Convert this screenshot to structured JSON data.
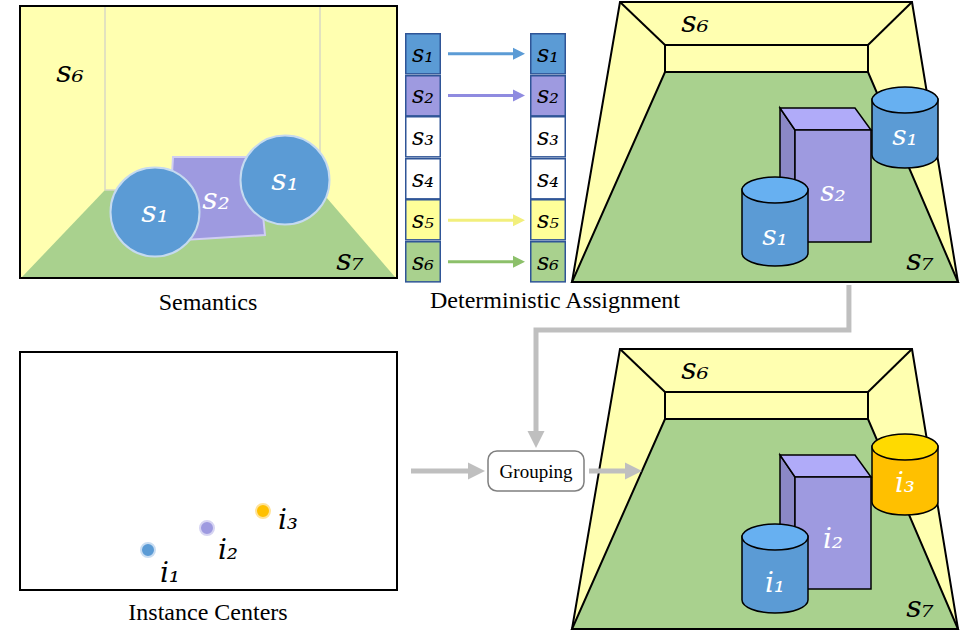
{
  "diagram": {
    "nodes": [
      {
        "text": [
          "s₆",
          "s₇",
          "Semantics"
        ]
      },
      {
        "text": [
          "s₁"
        ],
        "in": 0
      },
      {
        "text": [
          "s₂"
        ],
        "in": 0
      },
      {
        "text": [
          "s₁"
        ],
        "in": 0
      },
      {
        "text": [
          "s₁"
        ]
      },
      {
        "text": [
          "s₂"
        ]
      },
      {
        "text": [
          "s₃"
        ]
      },
      {
        "text": [
          "s₄"
        ]
      },
      {
        "text": [
          "s₅"
        ]
      },
      {
        "text": [
          "s₆"
        ]
      },
      {
        "text": [
          "s₁"
        ]
      },
      {
        "text": [
          "s₂"
        ]
      },
      {
        "text": [
          "s₃"
        ]
      },
      {
        "text": [
          "s₄"
        ]
      },
      {
        "text": [
          "s₅"
        ]
      },
      {
        "text": [
          "s₆"
        ]
      },
      {
        "text": [
          "s₆",
          "s₇"
        ]
      },
      {
        "text": [
          "s₁"
        ],
        "in": 16
      },
      {
        "text": [
          "s₂"
        ],
        "in": 16
      },
      {
        "text": [
          "s₁"
        ],
        "in": 16
      },
      {
        "text": [
          "Instance Centers"
        ]
      },
      {
        "text": [
          "Grouping"
        ]
      },
      {
        "text": [
          "s₆",
          "s₇"
        ]
      },
      {
        "text": [
          "i₃"
        ],
        "in": 22
      },
      {
        "text": [
          "i₂"
        ],
        "in": 22
      },
      {
        "text": [
          "i₁"
        ],
        "in": 22
      }
    ],
    "edges": [
      {
        "from": 4,
        "to": 10,
        "arrow": "to"
      },
      {
        "from": 5,
        "to": 11,
        "arrow": "to"
      },
      {
        "from": 8,
        "to": 14,
        "arrow": "to"
      },
      {
        "from": 9,
        "to": 15,
        "arrow": "to"
      },
      {
        "from": 16,
        "to": 21,
        "arrow": "to"
      },
      {
        "from": 20,
        "to": 21,
        "arrow": "to"
      },
      {
        "from": 21,
        "to": 22,
        "arrow": "to"
      }
    ],
    "labels": [
      "Deterministic Assignment",
      "i₁",
      "i₂",
      "i₃"
    ]
  }
}
